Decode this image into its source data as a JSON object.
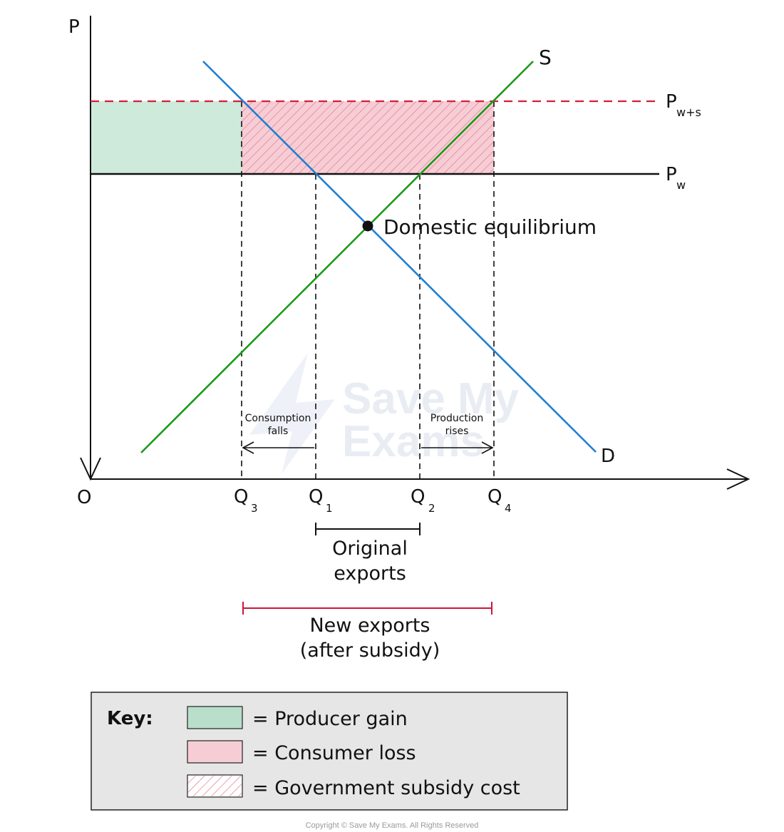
{
  "axes": {
    "y_label": "P",
    "origin_label": "O"
  },
  "quantities": {
    "q3": {
      "main": "Q",
      "sub": "3"
    },
    "q1": {
      "main": "Q",
      "sub": "1"
    },
    "q2": {
      "main": "Q",
      "sub": "2"
    },
    "q4": {
      "main": "Q",
      "sub": "4"
    }
  },
  "prices": {
    "pws": {
      "main": "P",
      "sub": "w+s"
    },
    "pw": {
      "main": "P",
      "sub": "w"
    }
  },
  "curves": {
    "supply": "S",
    "demand": "D"
  },
  "annotations": {
    "equilibrium": "Domestic equilibrium",
    "consumption_line1": "Consumption",
    "consumption_line2": "falls",
    "production_line1": "Production",
    "production_line2": "rises",
    "original_line1": "Original",
    "original_line2": "exports",
    "new_line1": "New exports",
    "new_line2": "(after subsidy)"
  },
  "key": {
    "title": "Key:",
    "items": [
      {
        "label": "= Producer gain",
        "swatch": "producer",
        "color": "#cdeadb"
      },
      {
        "label": "= Consumer loss",
        "swatch": "consumer",
        "color": "#f7cdd5"
      },
      {
        "label": "= Government subsidy cost",
        "swatch": "subsidy",
        "color": "#e07a8c"
      }
    ]
  },
  "colors": {
    "supply": "#1a9a1a",
    "demand": "#1f7fd1",
    "subsidy_price": "#d21f3c",
    "producer_gain": "#cdeadb",
    "consumer_loss": "#f7cdd5",
    "new_exports": "#c8183a"
  },
  "watermark": "Save My Exams",
  "copyright": "Copyright © Save My Exams. All Rights Reserved"
}
